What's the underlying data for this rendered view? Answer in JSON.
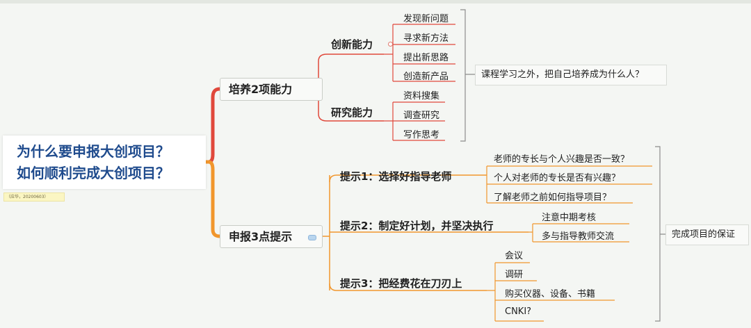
{
  "root": {
    "line1": "为什么要申报大创项目？",
    "line2": "如何顺利完成大创项目？",
    "note": "（应华，20200603）"
  },
  "branch1": {
    "title": "培养2项能力",
    "color": "#e0483b",
    "sub1": {
      "title": "创新能力",
      "items": [
        "发现新问题",
        "寻求新方法",
        "提出新思路",
        "创造新产品"
      ]
    },
    "sub2": {
      "title": "研究能力",
      "items": [
        "资料搜集",
        "调查研究",
        "写作思考"
      ]
    },
    "summary": "课程学习之外，把自己培养成为什么人？"
  },
  "branch2": {
    "title": "申报3点提示",
    "color": "#f1962c",
    "tips": [
      {
        "title": "提示1：选择好指导老师",
        "items": [
          "老师的专长与个人兴趣是否一致？",
          "个人对老师的专长是否有兴趣？",
          "了解老师之前如何指导项目？"
        ]
      },
      {
        "title": "提示2：制定好计划，并坚决执行",
        "items": [
          "注意中期考核",
          "多与指导教师交流"
        ]
      },
      {
        "title": "提示3：把经费花在刀刃上",
        "items": [
          "会议",
          "调研",
          "购买仪器、设备、书籍",
          "CNKI?"
        ]
      }
    ],
    "summary": "完成项目的保证"
  }
}
